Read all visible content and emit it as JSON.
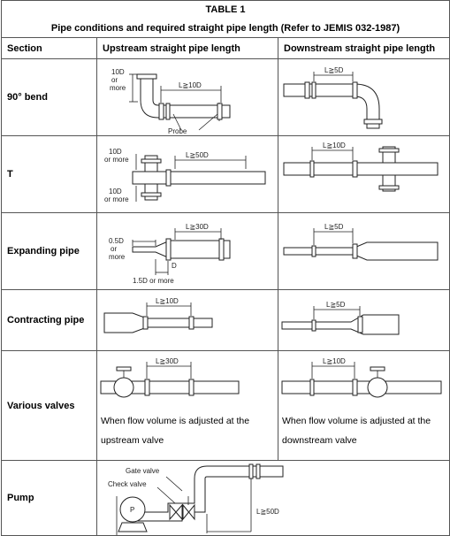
{
  "table": {
    "number": "TABLE 1",
    "title": "Pipe conditions and required straight pipe length (Refer to JEMIS 032-1987)",
    "headers": {
      "section": "Section",
      "upstream": "Upstream straight pipe length",
      "downstream": "Downstream straight pipe length"
    },
    "rows": [
      {
        "section": "90° bend",
        "up_labels": {
          "tenD": "10D",
          "or": "or",
          "more": "more",
          "len": "L≧10D",
          "probe": "Probe"
        },
        "down_labels": {
          "len": "L≧5D"
        }
      },
      {
        "section": "T",
        "up_labels": {
          "tenD_a": "10D",
          "ormore_a": "or more",
          "len": "L≧50D",
          "tenD_b": "10D",
          "ormore_b": "or more"
        },
        "down_labels": {
          "len": "L≧10D"
        }
      },
      {
        "section": "Expanding pipe",
        "up_labels": {
          "halfD": "0.5D",
          "or": "or",
          "more": "more",
          "len": "L≧30D",
          "D": "D",
          "onehalf": "1.5D or more"
        },
        "down_labels": {
          "len": "L≧5D"
        }
      },
      {
        "section": "Contracting pipe",
        "up_labels": {
          "len": "L≧10D"
        },
        "down_labels": {
          "len": "L≧5D"
        }
      },
      {
        "section": "Various valves",
        "up_labels": {
          "len": "L≧30D"
        },
        "down_labels": {
          "len": "L≧10D"
        },
        "up_note": "When flow volume is adjusted at the upstream valve",
        "down_note": "When flow volume is adjusted at the downstream valve"
      },
      {
        "section": "Pump",
        "up_labels": {
          "gate": "Gate valve",
          "check": "Check valve",
          "P": "P",
          "len": "L≧50D"
        }
      }
    ]
  }
}
